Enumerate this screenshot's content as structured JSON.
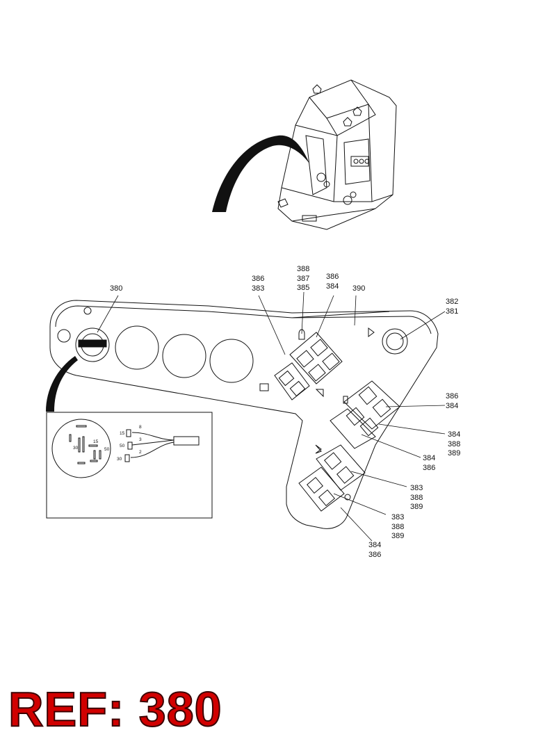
{
  "callouts": {
    "c380": "380",
    "c386_383": "386\n383",
    "c388_387_385": "388\n387\n385",
    "c386_384_top": "386\n384",
    "c390": "390",
    "c382_381": "382\n381",
    "c386_384_right": "386\n384",
    "c384_388_389": "384\n388\n389",
    "c384_386_mid": "384\n386",
    "c383_388_389_a": "383\n388\n389",
    "c383_388_389_b": "383\n388\n389",
    "c384_386_bottom": "384\n386"
  },
  "inset": {
    "terminals": [
      "15",
      "50",
      "30"
    ],
    "wires": [
      "8",
      "3",
      "2"
    ],
    "pins": [
      "30",
      "15",
      "50"
    ]
  },
  "reference": "REF: 380",
  "colors": {
    "reference_text": "#d10000",
    "line": "#111111"
  }
}
